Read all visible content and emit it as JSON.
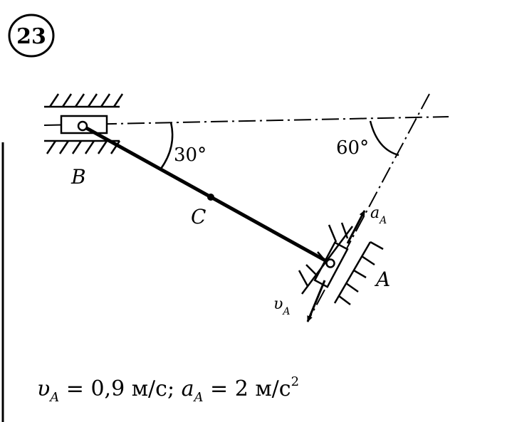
{
  "problem": {
    "number": "23"
  },
  "points": {
    "B": "B",
    "C": "C",
    "A": "A"
  },
  "angles": {
    "angle_B": "30°",
    "angle_A": "60°"
  },
  "vectors": {
    "acceleration": {
      "symbol": "a",
      "subscript": "A"
    },
    "velocity": {
      "symbol": "υ",
      "subscript": "A"
    }
  },
  "given": {
    "v_symbol": "υ",
    "v_sub": "A",
    "v_value": " = 0,9 м/с; ",
    "a_symbol": "a",
    "a_sub": "A",
    "a_value": " = 2 м/с",
    "a_power": "2"
  }
}
